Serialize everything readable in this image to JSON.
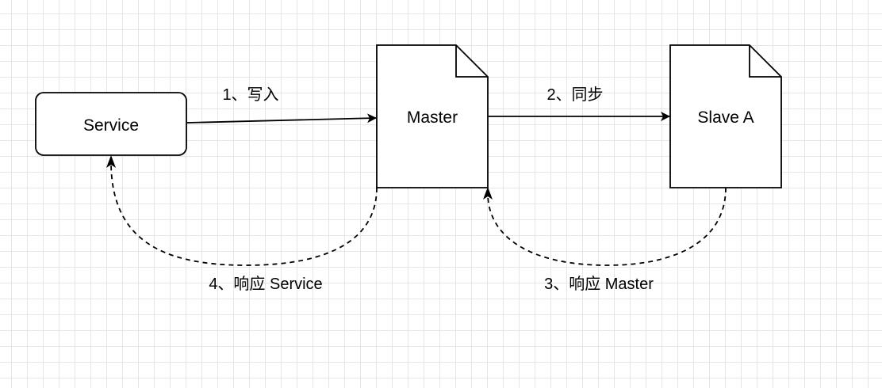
{
  "diagram": {
    "nodes": {
      "service": {
        "label": "Service"
      },
      "master": {
        "label": "Master"
      },
      "slave_a": {
        "label": "Slave A"
      }
    },
    "edges": {
      "write": {
        "label": "1、写入"
      },
      "sync": {
        "label": "2、同步"
      },
      "respond_master": {
        "label": "3、响应 Master"
      },
      "respond_service": {
        "label": "4、响应 Service"
      }
    }
  },
  "colors": {
    "stroke": "#000000",
    "fill": "#ffffff",
    "grid": "#e6e6e6"
  }
}
